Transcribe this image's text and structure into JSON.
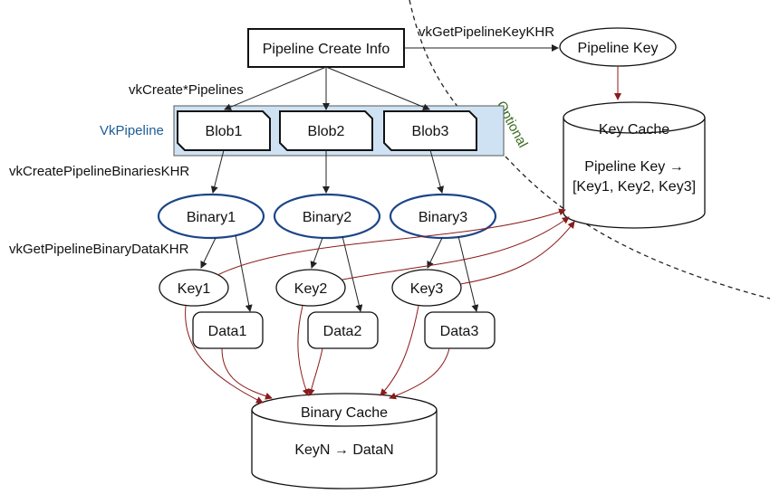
{
  "nodes": {
    "pipeline_create_info": "Pipeline Create Info",
    "pipeline_key": "Pipeline Key",
    "blob1": "Blob1",
    "blob2": "Blob2",
    "blob3": "Blob3",
    "binary1": "Binary1",
    "binary2": "Binary2",
    "binary3": "Binary3",
    "key1": "Key1",
    "key2": "Key2",
    "key3": "Key3",
    "data1": "Data1",
    "data2": "Data2",
    "data3": "Data3",
    "key_cache_title": "Key Cache",
    "key_cache_line1": "Pipeline Key →",
    "key_cache_line2": "[Key1, Key2, Key3]",
    "binary_cache_title": "Binary Cache",
    "binary_cache_line1": "KeyN → DataN"
  },
  "labels": {
    "vk_get_pipeline_key": "vkGetPipelineKeyKHR",
    "vk_create_pipelines": "vkCreate*Pipelines",
    "vk_pipeline": "VkPipeline",
    "vk_create_binaries": "vkCreatePipelineBinariesKHR",
    "vk_get_binary_data": "vkGetPipelineBinaryDataKHR",
    "optional": "Optional"
  },
  "colors": {
    "accent_blue": "#1f5d96",
    "binary_ellipse_stroke": "#1c4587",
    "vkpipeline_fill": "#cfe2f3",
    "red_arrow": "#8b1a1a",
    "optional_green": "#3a6b1f"
  }
}
